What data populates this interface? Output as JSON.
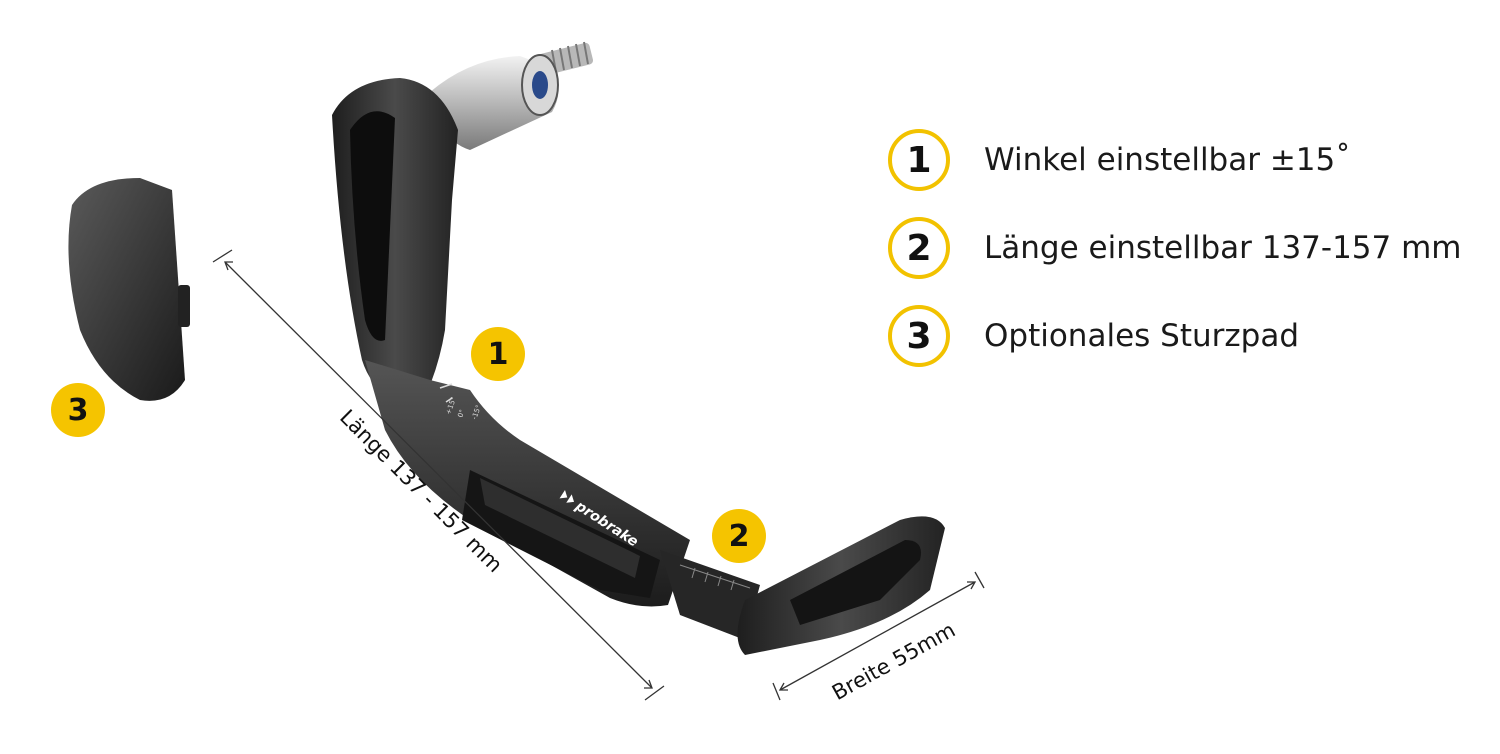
{
  "legend": [
    {
      "number": "1",
      "text": "Winkel einstellbar ±15˚"
    },
    {
      "number": "2",
      "text": "Länge einstellbar 137-157 mm"
    },
    {
      "number": "3",
      "text": "Optionales Sturzpad"
    }
  ],
  "markers": {
    "one": "1",
    "two": "2",
    "three": "3"
  },
  "dimensions": {
    "length_label": "Länge 137 - 157 mm",
    "width_label": "Breite 55mm"
  },
  "brand_logo_text": "probrake",
  "scale_marks": {
    "plus": "+15°",
    "zero": "0°",
    "minus": "-15°"
  },
  "colors": {
    "accent_yellow": "#f5c400",
    "metal_dark": "#2b2b2b",
    "silver": "#c8c8c8"
  }
}
